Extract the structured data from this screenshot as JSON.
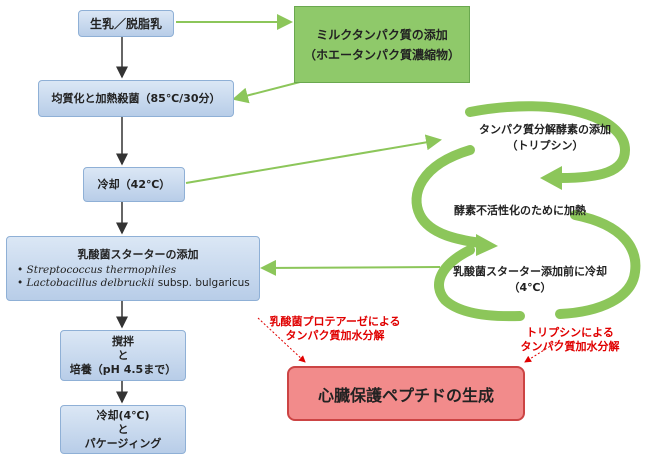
{
  "colors": {
    "box_fill": "#c9daf0",
    "green_box": "#8fc96a",
    "cycle_arrow": "#8cc65a",
    "final_box": "#f28b8b",
    "red_text": "#e00000"
  },
  "process": {
    "milk": "生乳／脱脂乳",
    "homogenize": "均質化と加熱殺菌（85℃/30分）",
    "cool": "冷却（42℃）",
    "starter_title": "乳酸菌スターターの添加",
    "strain1": "Streptococcus thermophiles",
    "strain2_italic": "Lactobacillus delbruckii",
    "strain2_rest": " subsp. bulgaricus",
    "stir_line1": "撹拌",
    "stir_line2": "と",
    "stir_line3": "培養（pH 4.5まで）",
    "pack_line1": "冷却(4℃)",
    "pack_line2": "と",
    "pack_line3": "パケージィング"
  },
  "protein_add": {
    "line1": "ミルクタンパク質の添加",
    "line2": "（ホエータンパク質濃縮物）"
  },
  "cycle": {
    "step1_line1": "タンパク質分解酵素の添加",
    "step1_line2": "（トリプシン）",
    "step2": "酵素不活性化のために加熱",
    "step3_line1": "乳酸菌スターター添加前に冷却",
    "step3_line2": "（4℃）"
  },
  "notes": {
    "left_line1": "乳酸菌プロテアーゼによる",
    "left_line2": "タンパク質加水分解",
    "right_line1": "トリプシンによる",
    "right_line2": "タンパク質加水分解"
  },
  "result": "心臓保護ペプチドの生成"
}
